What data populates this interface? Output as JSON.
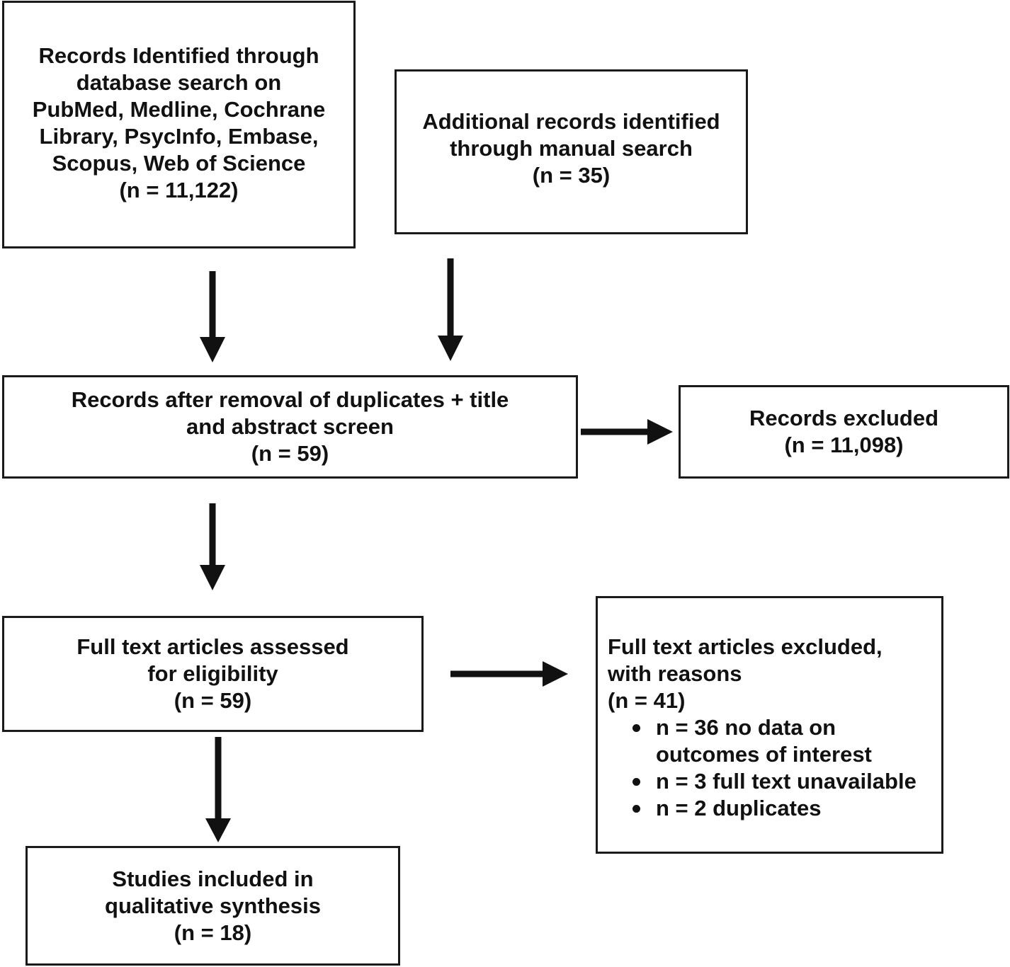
{
  "boxes": {
    "identified": {
      "lines": [
        "Records Identified through",
        "database search on",
        "PubMed, Medline, Cochrane",
        "Library, PsycInfo, Embase,",
        "Scopus, Web of Science",
        "(n = 11,122)"
      ]
    },
    "additional": {
      "lines": [
        "Additional records identified",
        "through manual search",
        "(n = 35)"
      ]
    },
    "screened": {
      "lines": [
        "Records after removal of duplicates + title",
        "and abstract screen",
        "(n = 59)"
      ]
    },
    "excluded": {
      "lines": [
        "Records excluded",
        "(n = 11,098)"
      ]
    },
    "eligibility": {
      "lines": [
        "Full text articles assessed",
        "for eligibility",
        "(n = 59)"
      ]
    },
    "fulltext_excluded": {
      "lines": [
        "Full text articles excluded,",
        "with reasons",
        "(n = 41)"
      ],
      "reasons": [
        "n = 36 no data on",
        "outcomes of interest",
        "n = 3 full text unavailable",
        "n = 2 duplicates"
      ]
    },
    "included": {
      "lines": [
        "Studies included in",
        "qualitative synthesis",
        "(n = 18)"
      ]
    }
  }
}
